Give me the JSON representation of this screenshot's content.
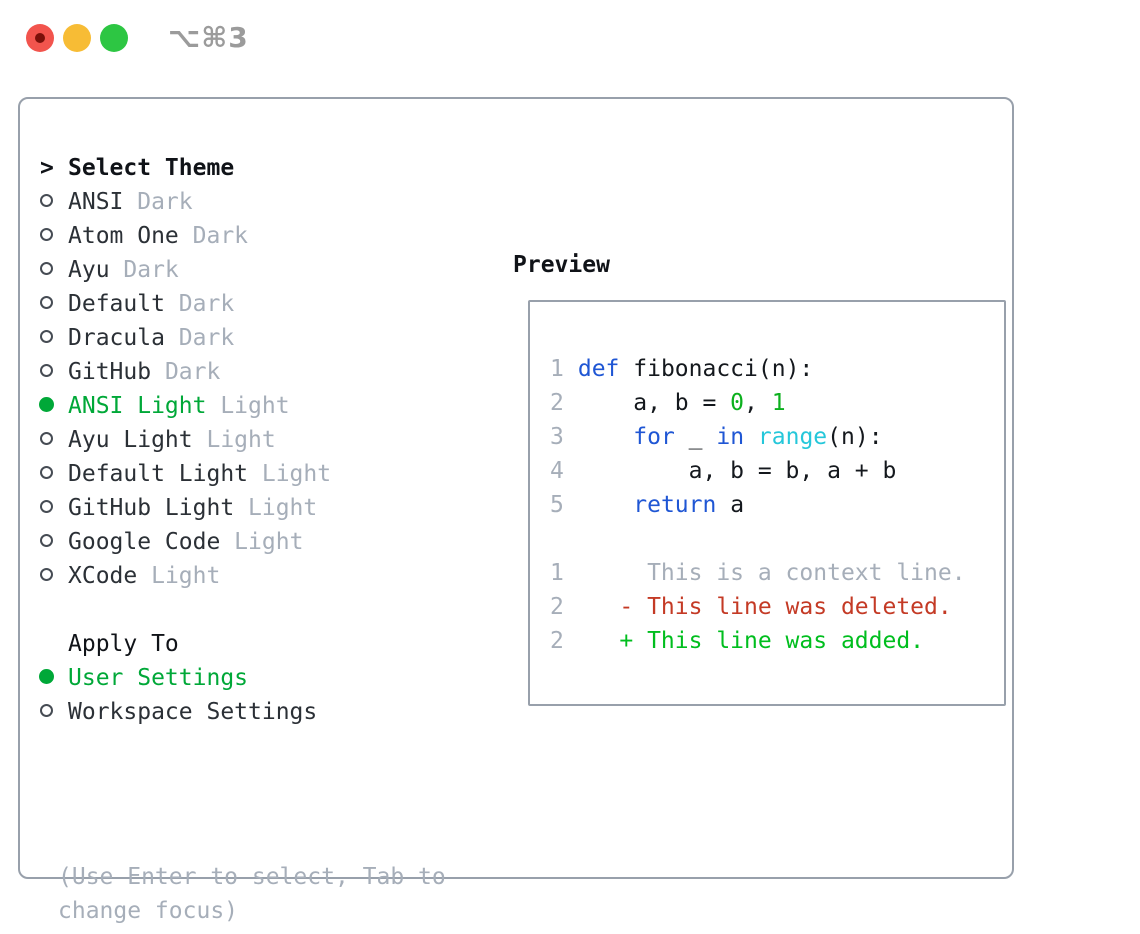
{
  "window": {
    "title": "⌥⌘3",
    "traffic_lights": [
      "close",
      "minimize",
      "zoom"
    ]
  },
  "colors": {
    "selected_green": "#00a838",
    "keyword_blue": "#1f56d4",
    "builtin_cyan": "#25c7da",
    "number_green": "#0cb01e",
    "diff_added_green": "#00be1e",
    "diff_deleted_red": "#c43a25",
    "muted_gray": "#a6aeb9",
    "border_gray": "#98a0ab",
    "traffic_red": "#f2544d",
    "traffic_yellow": "#f7bc35",
    "traffic_green": "#2dc643"
  },
  "theme_panel": {
    "prompt": ">",
    "title": "Select Theme",
    "items": [
      {
        "name": "ANSI",
        "tag": "Dark",
        "selected": false
      },
      {
        "name": "Atom One",
        "tag": "Dark",
        "selected": false
      },
      {
        "name": "Ayu",
        "tag": "Dark",
        "selected": false
      },
      {
        "name": "Default",
        "tag": "Dark",
        "selected": false
      },
      {
        "name": "Dracula",
        "tag": "Dark",
        "selected": false
      },
      {
        "name": "GitHub",
        "tag": "Dark",
        "selected": false
      },
      {
        "name": "ANSI Light",
        "tag": "Light",
        "selected": true
      },
      {
        "name": "Ayu Light",
        "tag": "Light",
        "selected": false
      },
      {
        "name": "Default Light",
        "tag": "Light",
        "selected": false
      },
      {
        "name": "GitHub Light",
        "tag": "Light",
        "selected": false
      },
      {
        "name": "Google Code",
        "tag": "Light",
        "selected": false
      },
      {
        "name": "XCode",
        "tag": "Light",
        "selected": false
      }
    ],
    "apply_to": {
      "title": "Apply To",
      "options": [
        {
          "label": "User Settings",
          "selected": true
        },
        {
          "label": "Workspace Settings",
          "selected": false
        }
      ]
    },
    "hint": "(Use Enter to select, Tab to change focus)"
  },
  "preview": {
    "title": "Preview",
    "lines": [
      {
        "num": "1",
        "tokens": [
          [
            "plain",
            " "
          ],
          [
            "kw",
            "def"
          ],
          [
            "plain",
            " fibonacci(n):"
          ]
        ]
      },
      {
        "num": "2",
        "tokens": [
          [
            "plain",
            "     a, b = "
          ],
          [
            "num",
            "0"
          ],
          [
            "plain",
            ", "
          ],
          [
            "num",
            "1"
          ]
        ]
      },
      {
        "num": "3",
        "tokens": [
          [
            "plain",
            "     "
          ],
          [
            "kw",
            "for"
          ],
          [
            "plain",
            " _ "
          ],
          [
            "kw",
            "in"
          ],
          [
            "plain",
            " "
          ],
          [
            "fn",
            "range"
          ],
          [
            "plain",
            "(n):"
          ]
        ]
      },
      {
        "num": "4",
        "tokens": [
          [
            "plain",
            "         a, b = b, a + b"
          ]
        ]
      },
      {
        "num": "5",
        "tokens": [
          [
            "plain",
            "     "
          ],
          [
            "kw",
            "return"
          ],
          [
            "plain",
            " a"
          ]
        ]
      },
      {
        "num": "",
        "tokens": []
      },
      {
        "num": "1",
        "tokens": [
          [
            "ctx",
            "      This is a context line."
          ]
        ]
      },
      {
        "num": "2",
        "tokens": [
          [
            "del",
            "    - This line was deleted."
          ]
        ]
      },
      {
        "num": "2",
        "tokens": [
          [
            "add",
            "    + This line was added."
          ]
        ]
      }
    ]
  }
}
